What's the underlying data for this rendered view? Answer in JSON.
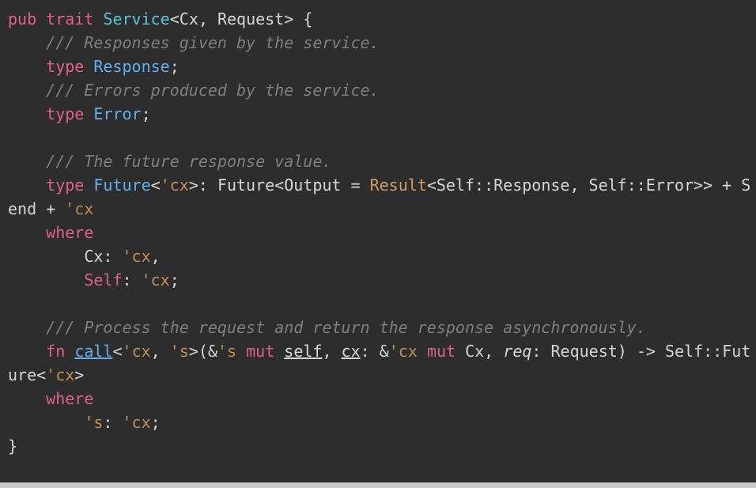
{
  "palette": {
    "background": "#2d2d2d",
    "page_background": "#c9c9c9",
    "default_text": "#d6d6d6",
    "keyword": "#e0608e",
    "type_name": "#56c8d8",
    "function_blue": "#61afef",
    "lifetime": "#c08f55",
    "orange": "#d19a66",
    "comment": "#7f7f7f"
  },
  "code": {
    "language": "rust",
    "lines": [
      {
        "segments": [
          {
            "t": "pub",
            "c": "kw"
          },
          {
            "t": " ",
            "c": ""
          },
          {
            "t": "trait",
            "c": "kw"
          },
          {
            "t": " ",
            "c": ""
          },
          {
            "t": "Service",
            "c": "cyn"
          },
          {
            "t": "<Cx, Request> {",
            "c": ""
          }
        ]
      },
      {
        "segments": [
          {
            "t": "    /// Responses given by the service.",
            "c": "cmt"
          }
        ]
      },
      {
        "segments": [
          {
            "t": "    ",
            "c": ""
          },
          {
            "t": "type",
            "c": "kw"
          },
          {
            "t": " ",
            "c": ""
          },
          {
            "t": "Response",
            "c": "blu"
          },
          {
            "t": ";",
            "c": ""
          }
        ]
      },
      {
        "segments": [
          {
            "t": "    /// Errors produced by the service.",
            "c": "cmt"
          }
        ]
      },
      {
        "segments": [
          {
            "t": "    ",
            "c": ""
          },
          {
            "t": "type",
            "c": "kw"
          },
          {
            "t": " ",
            "c": ""
          },
          {
            "t": "Error",
            "c": "blu"
          },
          {
            "t": ";",
            "c": ""
          }
        ]
      },
      {
        "segments": []
      },
      {
        "segments": [
          {
            "t": "    /// The future response value.",
            "c": "cmt"
          }
        ]
      },
      {
        "segments": [
          {
            "t": "    ",
            "c": ""
          },
          {
            "t": "type",
            "c": "kw"
          },
          {
            "t": " ",
            "c": ""
          },
          {
            "t": "Future",
            "c": "blu"
          },
          {
            "t": "<",
            "c": ""
          },
          {
            "t": "'cx",
            "c": "lif"
          },
          {
            "t": ">: ",
            "c": ""
          },
          {
            "t": "Future<Output = ",
            "c": ""
          },
          {
            "t": "Result",
            "c": "orn"
          },
          {
            "t": "<Self::Response, Self::Error>> + S",
            "c": ""
          }
        ]
      },
      {
        "segments": [
          {
            "t": "end + ",
            "c": ""
          },
          {
            "t": "'cx",
            "c": "lif"
          }
        ]
      },
      {
        "segments": [
          {
            "t": "    ",
            "c": ""
          },
          {
            "t": "where",
            "c": "kw"
          }
        ]
      },
      {
        "segments": [
          {
            "t": "        Cx: ",
            "c": ""
          },
          {
            "t": "'cx",
            "c": "lif"
          },
          {
            "t": ",",
            "c": ""
          }
        ]
      },
      {
        "segments": [
          {
            "t": "        ",
            "c": ""
          },
          {
            "t": "Self",
            "c": "kw"
          },
          {
            "t": ": ",
            "c": ""
          },
          {
            "t": "'cx",
            "c": "lif"
          },
          {
            "t": ";",
            "c": ""
          }
        ]
      },
      {
        "segments": []
      },
      {
        "segments": [
          {
            "t": "    /// Process the request and return the response asynchronously.",
            "c": "cmt"
          }
        ]
      },
      {
        "segments": [
          {
            "t": "    ",
            "c": ""
          },
          {
            "t": "fn",
            "c": "kw"
          },
          {
            "t": " ",
            "c": ""
          },
          {
            "t": "call",
            "c": "blu und"
          },
          {
            "t": "<",
            "c": ""
          },
          {
            "t": "'cx",
            "c": "lif"
          },
          {
            "t": ", ",
            "c": ""
          },
          {
            "t": "'s",
            "c": "lif"
          },
          {
            "t": ">(&",
            "c": ""
          },
          {
            "t": "'s",
            "c": "lif"
          },
          {
            "t": " ",
            "c": ""
          },
          {
            "t": "mut",
            "c": "kw"
          },
          {
            "t": " ",
            "c": ""
          },
          {
            "t": "self",
            "c": "und"
          },
          {
            "t": ", ",
            "c": ""
          },
          {
            "t": "cx",
            "c": "und"
          },
          {
            "t": ": &",
            "c": ""
          },
          {
            "t": "'cx",
            "c": "lif"
          },
          {
            "t": " ",
            "c": ""
          },
          {
            "t": "mut",
            "c": "kw"
          },
          {
            "t": " Cx, ",
            "c": ""
          },
          {
            "t": "req",
            "c": "ita"
          },
          {
            "t": ": Request) -> Self::Fut",
            "c": ""
          }
        ]
      },
      {
        "segments": [
          {
            "t": "ure<",
            "c": ""
          },
          {
            "t": "'cx",
            "c": "lif"
          },
          {
            "t": ">",
            "c": ""
          }
        ]
      },
      {
        "segments": [
          {
            "t": "    ",
            "c": ""
          },
          {
            "t": "where",
            "c": "kw"
          }
        ]
      },
      {
        "segments": [
          {
            "t": "        ",
            "c": ""
          },
          {
            "t": "'s",
            "c": "lif"
          },
          {
            "t": ": ",
            "c": ""
          },
          {
            "t": "'cx",
            "c": "lif"
          },
          {
            "t": ";",
            "c": ""
          }
        ]
      },
      {
        "segments": [
          {
            "t": "}",
            "c": ""
          }
        ]
      }
    ]
  }
}
